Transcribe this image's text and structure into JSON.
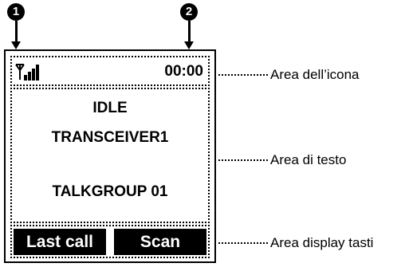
{
  "markers": [
    {
      "label": "1"
    },
    {
      "label": "2"
    }
  ],
  "display": {
    "status_bar": {
      "time": "00:00",
      "signal_icon": "signal-strength-icon"
    },
    "text_area": {
      "line1": "IDLE",
      "line2": "TRANSCEIVER1",
      "line3": "TALKGROUP 01"
    },
    "softkeys": {
      "left": "Last call",
      "right": "Scan"
    }
  },
  "annotations": {
    "icon_area": "Area dell’icona",
    "text_area": "Area di testo",
    "key_area": "Area display tasti"
  }
}
